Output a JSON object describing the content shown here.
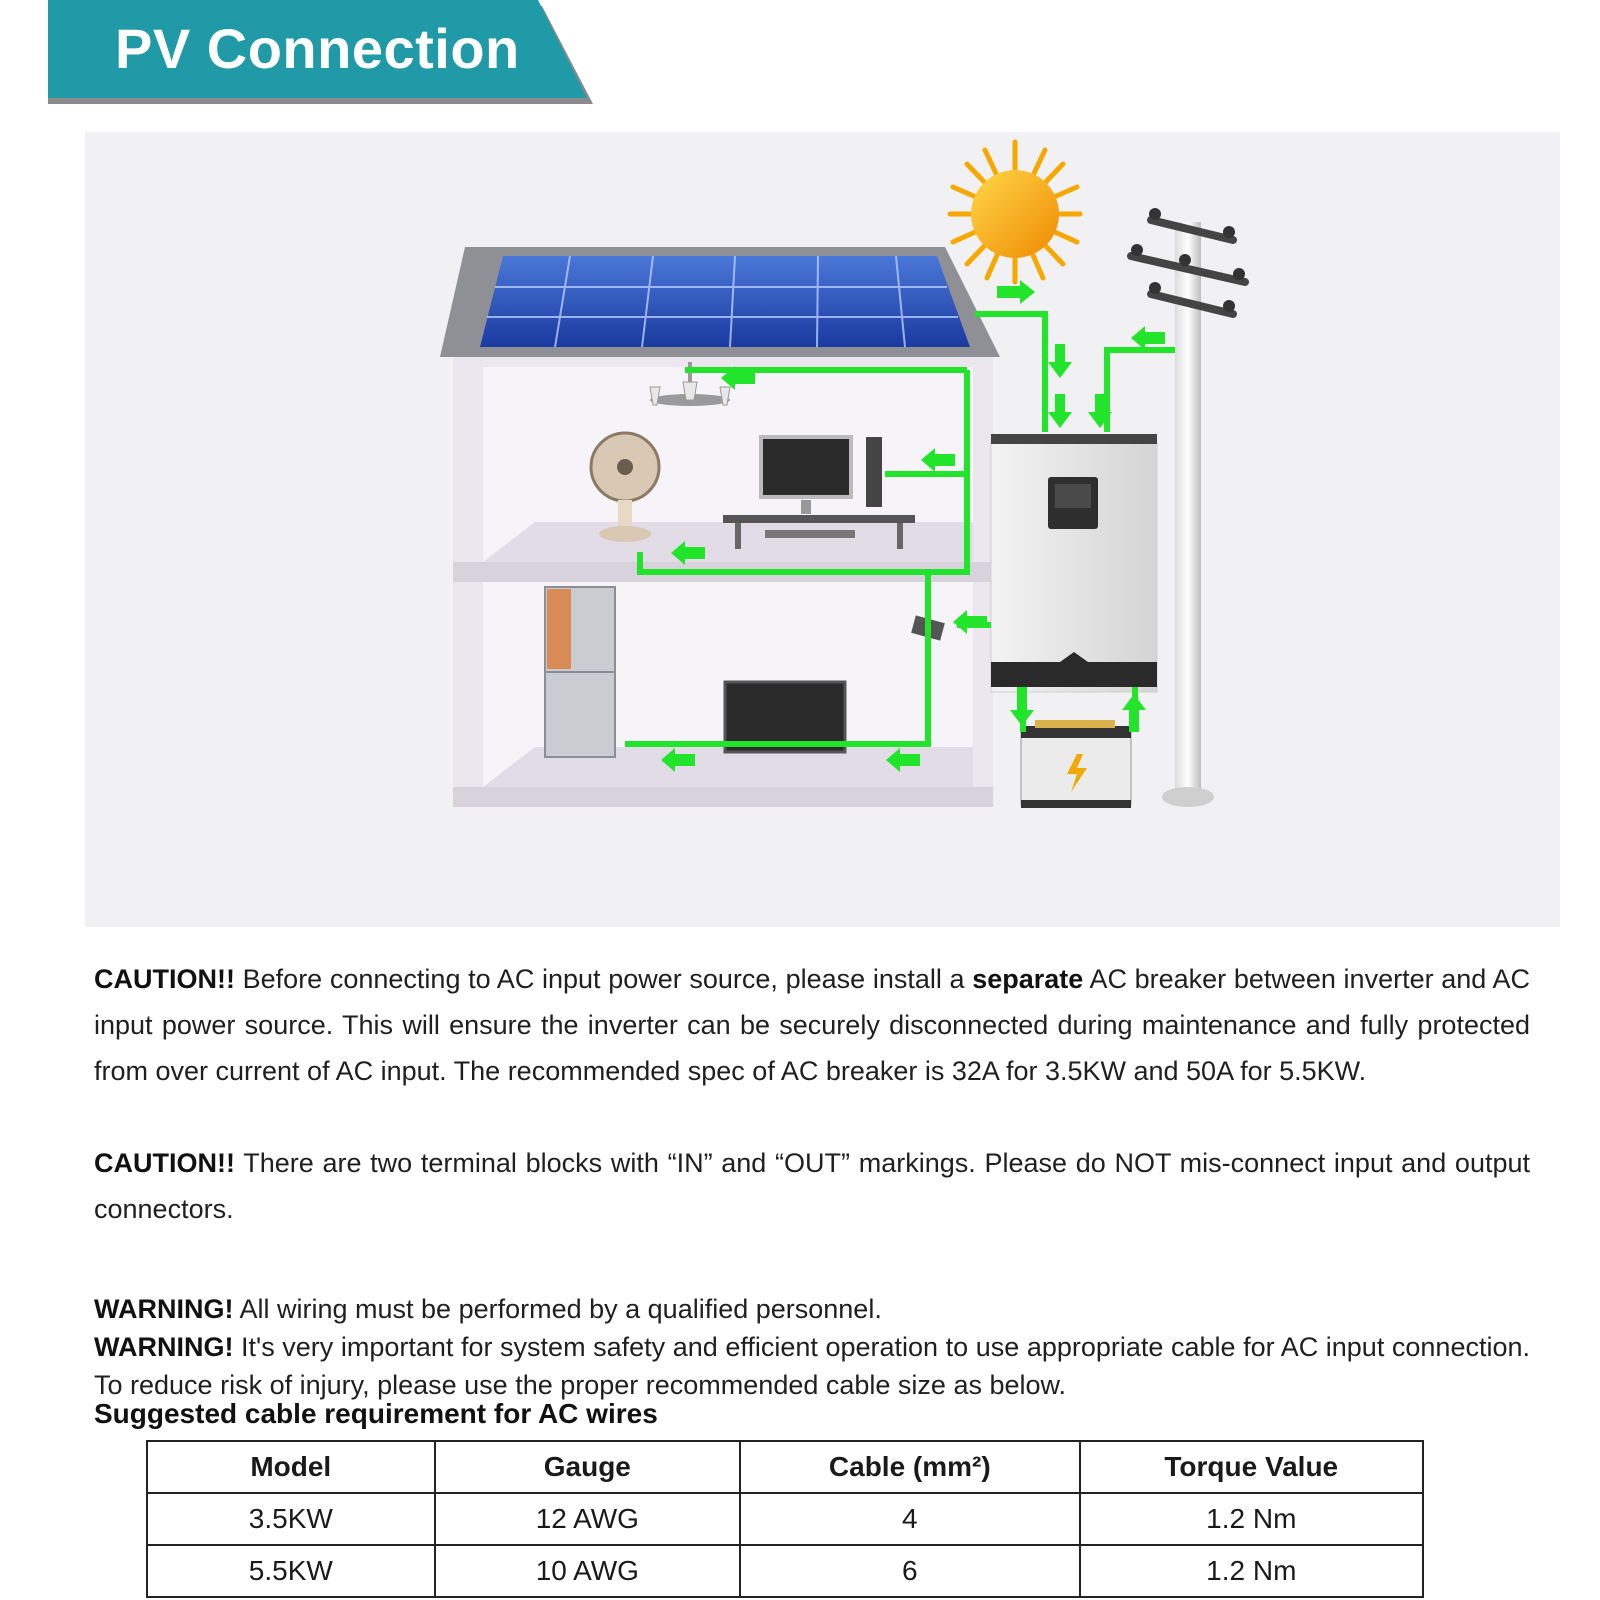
{
  "header": {
    "title": "PV Connection",
    "accent_color": "#1f9aa6",
    "shadow_color": "#8a8a8a"
  },
  "illustration": {
    "icons": [
      "sun-icon",
      "solar-panel-icon",
      "house-icon",
      "inverter-icon",
      "battery-icon",
      "utility-pole-icon",
      "chandelier-icon",
      "fan-icon",
      "computer-icon",
      "refrigerator-icon",
      "tv-icon",
      "breaker-icon"
    ],
    "wire_color": "#22e42a"
  },
  "notes": {
    "caution_label": "CAUTION!!",
    "caution1_a": " Before connecting to AC input power source, please install a ",
    "caution1_bold": "separate",
    "caution1_b": " AC breaker between inverter and AC input power source. This will ensure the inverter can be securely disconnected during maintenance and fully protected from over current of AC input. The recommended spec of AC breaker is 32A for 3.5KW and 50A for 5.5KW.",
    "caution2": " There are two terminal blocks with “IN” and “OUT” markings. Please do NOT mis-connect input and output connectors.",
    "warning_label": "WARNING!",
    "warning1": " All wiring must be performed by a qualified personnel.",
    "warning2": " It's very important for system safety and efficient operation to use appropriate cable for AC input connection. To reduce risk of injury, please use the proper recommended cable size as below."
  },
  "cable_table": {
    "title": "Suggested cable requirement for AC wires",
    "headers": [
      "Model",
      "Gauge",
      "Cable (mm²)",
      "Torque Value"
    ],
    "rows": [
      [
        "3.5KW",
        "12 AWG",
        "4",
        "1.2 Nm"
      ],
      [
        "5.5KW",
        "10 AWG",
        "6",
        "1.2 Nm"
      ]
    ]
  }
}
